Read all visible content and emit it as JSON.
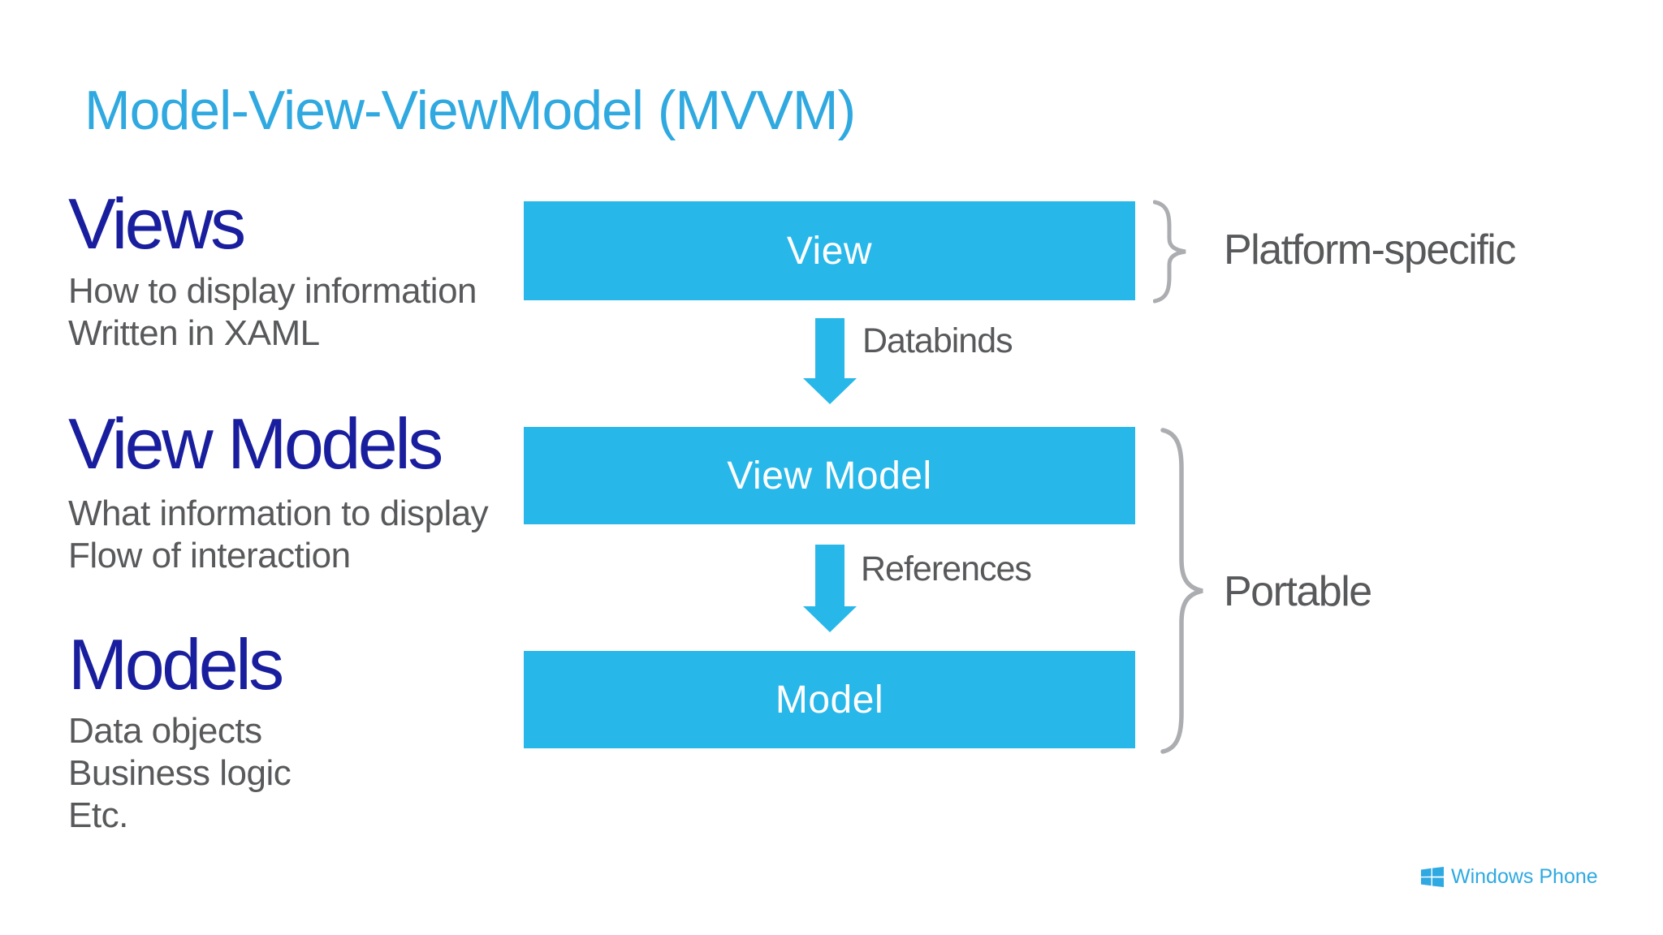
{
  "slide": {
    "title": "Model-View-ViewModel (MVVM)",
    "sections": [
      {
        "heading": "Views",
        "lines": [
          "How to display information",
          "Written in XAML"
        ]
      },
      {
        "heading": "View Models",
        "lines": [
          "What information to display",
          "Flow of interaction"
        ]
      },
      {
        "heading": "Models",
        "lines": [
          "Data objects",
          "Business logic",
          "Etc."
        ]
      }
    ],
    "diagram": {
      "boxes": [
        {
          "label": "View"
        },
        {
          "label": "View Model"
        },
        {
          "label": "Model"
        }
      ],
      "arrows": [
        {
          "label": "Databinds"
        },
        {
          "label": "References"
        }
      ],
      "braces": [
        {
          "label": "Platform-specific"
        },
        {
          "label": "Portable"
        }
      ]
    },
    "brand": {
      "name": "Windows Phone"
    },
    "colors": {
      "background": "#FFFFFF",
      "title_blue": "#2FA9E0",
      "heading_navy": "#191E9E",
      "body_gray": "#58595B",
      "box_cyan": "#28B7E9",
      "arrow_cyan": "#28B7E9",
      "brace_gray": "#ABADB0",
      "logo_cyan": "#2FA9E1",
      "box_text_white": "#FFFFFF"
    }
  }
}
